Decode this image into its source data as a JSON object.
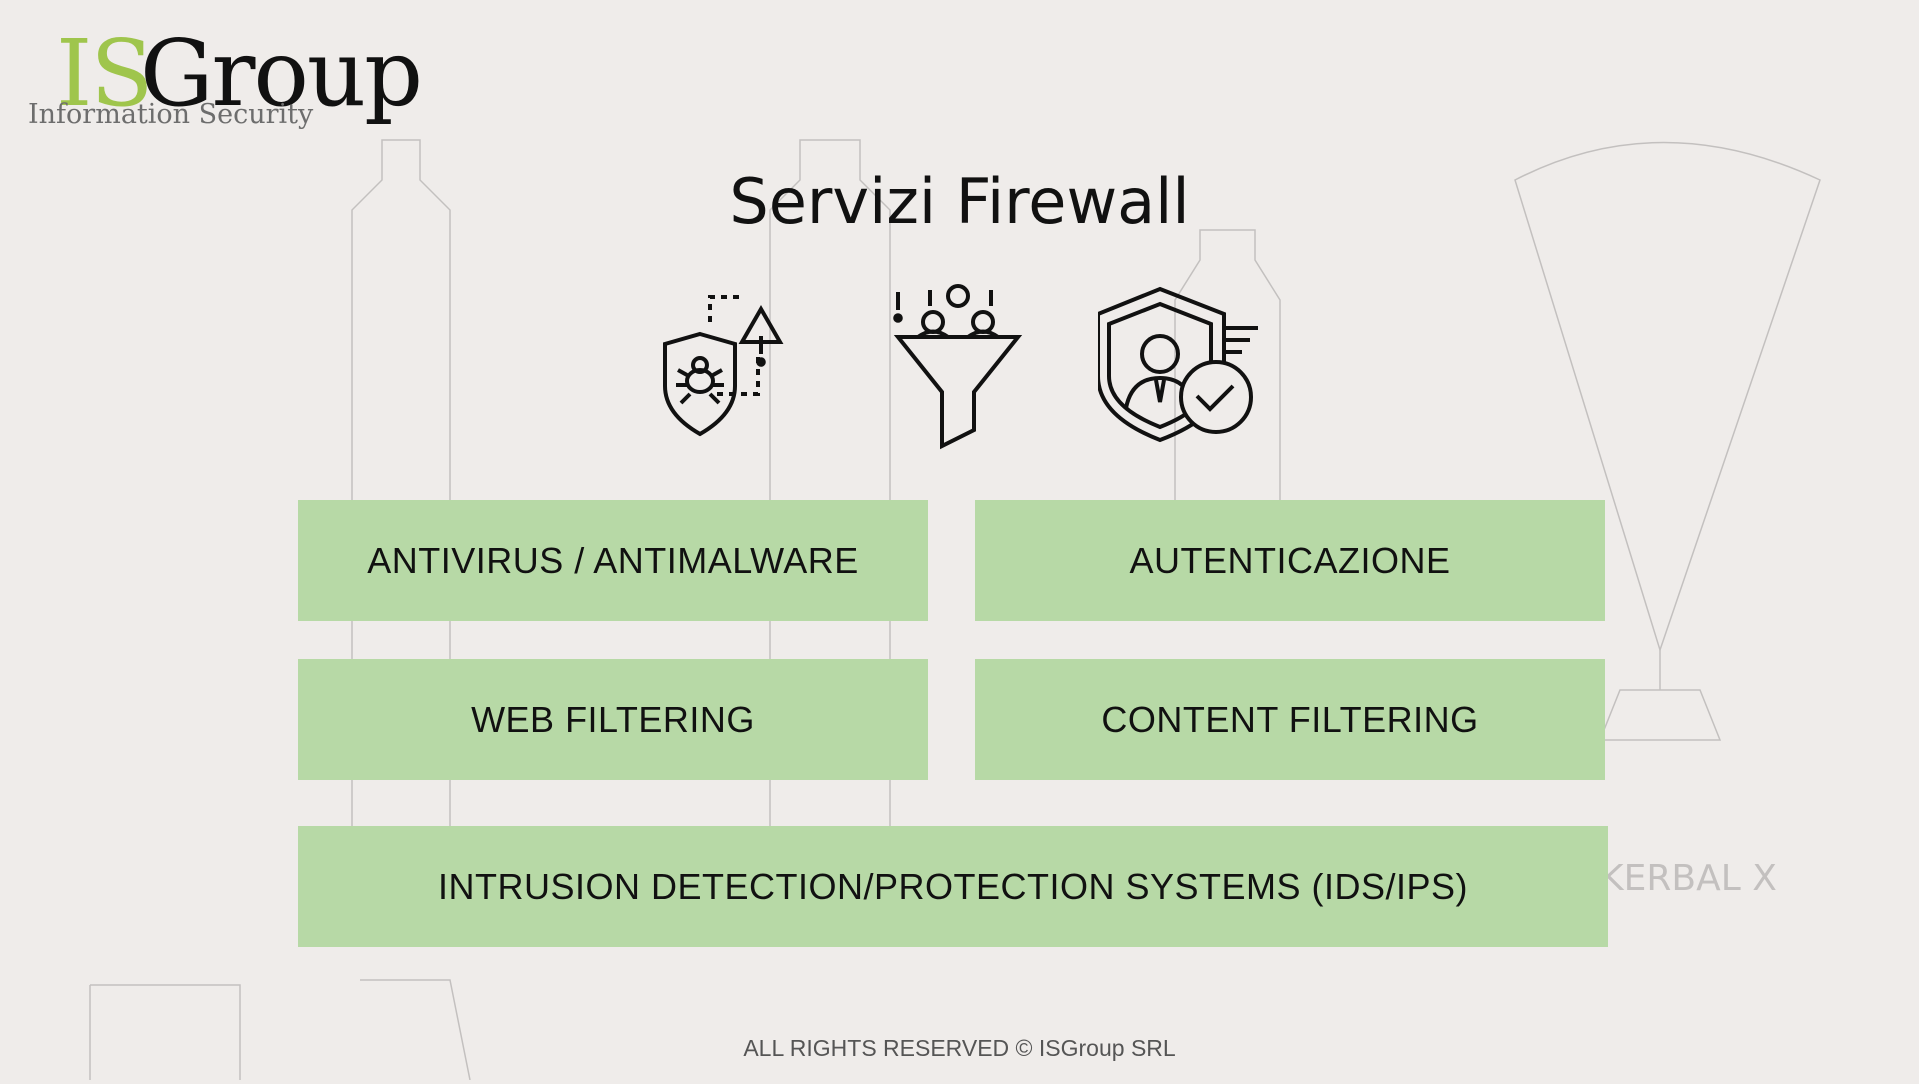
{
  "logo": {
    "mark_left": "IS",
    "mark_right": "Group",
    "tagline": "Information Security",
    "colors": {
      "is": "#9fc54c",
      "group": "#111111",
      "tagline": "#6d6d6d"
    }
  },
  "page": {
    "title": "Servizi Firewall"
  },
  "icons": [
    {
      "name": "shield-bug-warning-icon"
    },
    {
      "name": "funnel-filter-icon"
    },
    {
      "name": "user-shield-check-icon"
    }
  ],
  "services": [
    {
      "label": "ANTIVIRUS / ANTIMALWARE",
      "color": "#b7d9a6"
    },
    {
      "label": "AUTENTICAZIONE",
      "color": "#b7d9a6"
    },
    {
      "label": "WEB FILTERING",
      "color": "#b7d9a6"
    },
    {
      "label": "CONTENT FILTERING",
      "color": "#b7d9a6"
    },
    {
      "label": "INTRUSION DETECTION/PROTECTION SYSTEMS (IDS/IPS)",
      "color": "#b7d9a6"
    }
  ],
  "footer": {
    "text": "ALL RIGHTS RESERVED © ISGroup SRL",
    "color": "#555555"
  },
  "background": {
    "color": "#efecea",
    "watermark_text": "KERBAL X"
  }
}
